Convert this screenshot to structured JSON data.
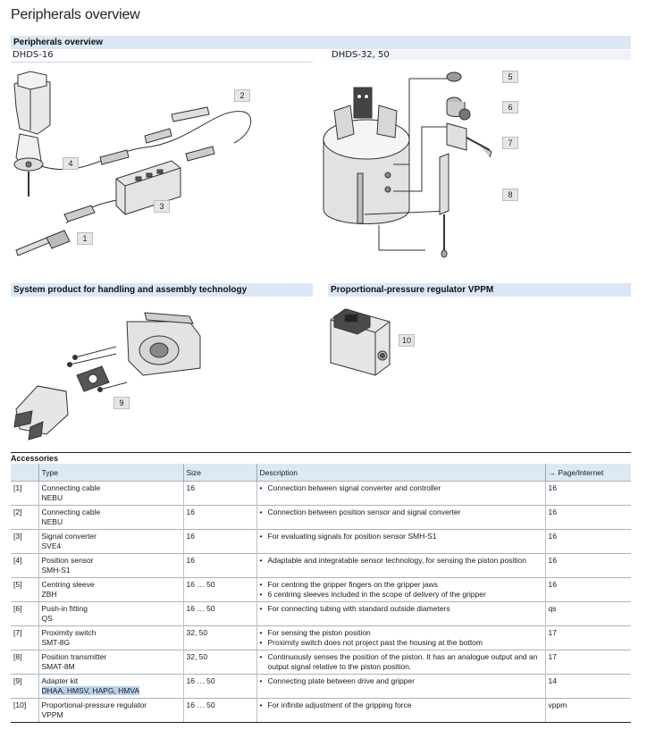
{
  "page_title": "Peripherals overview",
  "sections": {
    "overview": "Peripherals overview",
    "dhds16": "DHDS-16",
    "dhds3250": "DHDS-32, 50",
    "system_product": "System product for handling and assembly technology",
    "vppm": "Proportional-pressure regulator VPPM"
  },
  "callouts": {
    "c1": "1",
    "c2": "2",
    "c3": "3",
    "c4": "4",
    "c5": "5",
    "c6": "6",
    "c7": "7",
    "c8": "8",
    "c9": "9",
    "c10": "10"
  },
  "accessories": {
    "heading": "Accessories",
    "columns": [
      "",
      "Type",
      "Size",
      "Description",
      "→ Page/Internet"
    ],
    "rows": [
      {
        "num": "[1]",
        "type": "Connecting cable",
        "code": "NEBU",
        "size": "16",
        "desc": [
          "Connection between signal converter and controller"
        ],
        "page": "16"
      },
      {
        "num": "[2]",
        "type": "Connecting cable",
        "code": "NEBU",
        "size": "16",
        "desc": [
          "Connection between position sensor and signal converter"
        ],
        "page": "16"
      },
      {
        "num": "[3]",
        "type": "Signal converter",
        "code": "SVE4",
        "size": "16",
        "desc": [
          "For evaluating signals for position sensor SMH-S1"
        ],
        "page": "16"
      },
      {
        "num": "[4]",
        "type": "Position sensor",
        "code": "SMH-S1",
        "size": "16",
        "desc": [
          "Adaptable and integratable sensor technology, for sensing the piston position"
        ],
        "page": "16"
      },
      {
        "num": "[5]",
        "type": "Centring sleeve",
        "code": "ZBH",
        "size": "16 … 50",
        "desc": [
          "For centring the gripper fingers on the gripper jaws",
          "6 centring sleeves included in the scope of delivery of the gripper"
        ],
        "page": "16"
      },
      {
        "num": "[6]",
        "type": "Push-in fitting",
        "code": "QS",
        "size": "16 … 50",
        "desc": [
          "For connecting tubing with standard outside diameters"
        ],
        "page": "qs"
      },
      {
        "num": "[7]",
        "type": "Proximity switch",
        "code": "SMT-8G",
        "size": "32, 50",
        "desc": [
          "For sensing the piston position",
          "Proximity switch does not project past the housing at the bottom"
        ],
        "page": "17"
      },
      {
        "num": "[8]",
        "type": "Position transmitter",
        "code": "SMAT-8M",
        "size": "32, 50",
        "desc": [
          "Continuously senses the position of the piston. It has an analogue output and an output signal relative to the piston position."
        ],
        "page": "17"
      },
      {
        "num": "[9]",
        "type": "Adapter kit",
        "code": "DHAA, HMSV, HAPG, HMVA",
        "size": "16 … 50",
        "desc": [
          "Connecting plate between drive and gripper"
        ],
        "page": "14"
      },
      {
        "num": "[10]",
        "type": "Proportional-pressure regulator",
        "code": "VPPM",
        "size": "16 … 50",
        "desc": [
          "For infinite adjustment of the gripping force"
        ],
        "page": "vppm"
      }
    ]
  },
  "colors": {
    "section_band": "#dbe7f5",
    "table_header": "#dde8f5",
    "highlight": "#b9d3ee",
    "callout_bg": "#e6e6e6"
  }
}
